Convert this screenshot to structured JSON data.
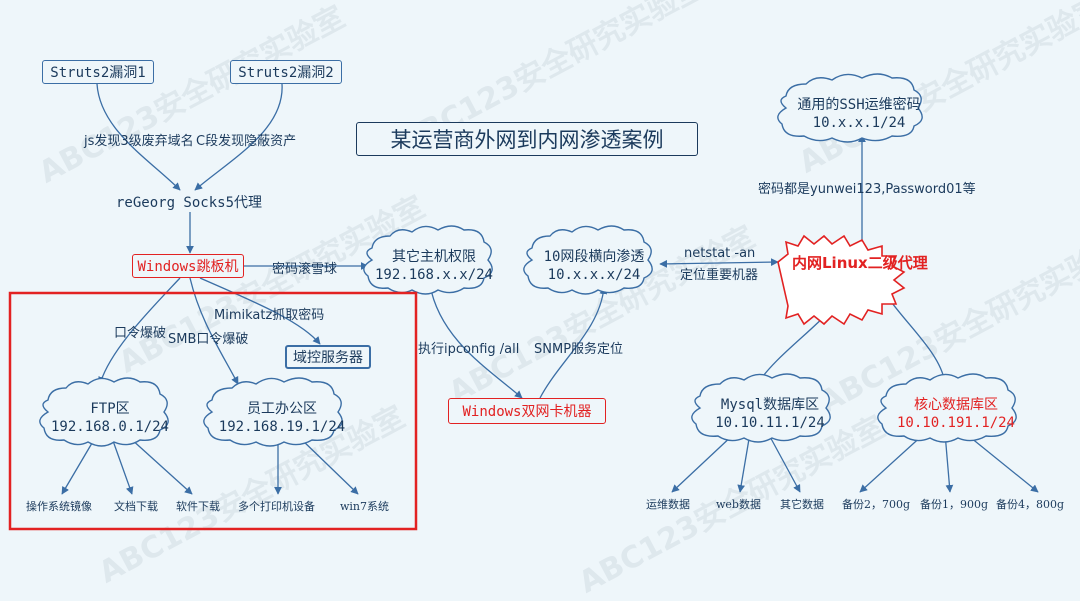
{
  "title": "某运营商外网到内网渗透案例",
  "watermark": "ABC123安全研究实验室",
  "nodes": {
    "struts1": "Struts2漏洞1",
    "struts2": "Struts2漏洞2",
    "regeorg": "reGeorg Socks5代理",
    "windows_jump": "Windows跳板机",
    "other_host_1": "其它主机权限",
    "other_host_2": "192.168.x.x/24",
    "lateral_1": "10网段横向渗透",
    "lateral_2": "10.x.x.x/24",
    "linux_proxy": "内网Linux二级代理",
    "ssh_pwd_1": "通用的SSH运维密码",
    "ssh_pwd_2": "10.x.x.1/24",
    "dc": "域控服务器",
    "dual_nic": "Windows双网卡机器",
    "ftp_1": "FTP区",
    "ftp_2": "192.168.0.1/24",
    "office_1": "员工办公区",
    "office_2": "192.168.19.1/24",
    "mysql_1": "Mysql数据库区",
    "mysql_2": "10.10.11.1/24",
    "core_1": "核心数据库区",
    "core_2": "10.10.191.1/24"
  },
  "edges": {
    "js_domain": "js发现3级废弃域名",
    "c_segment": "C段发现隐蔽资产",
    "pwd_snowball": "密码滚雪球",
    "netstat_1": "netstat -an",
    "netstat_2": "定位重要机器",
    "pwd_same": "密码都是yunwei123,Password01等",
    "mimikatz": "Mimikatz抓取密码",
    "brute": "口令爆破",
    "smb_brute": "SMB口令爆破",
    "ipconfig": "执行ipconfig /all",
    "snmp": "SNMP服务定位"
  },
  "leaves": {
    "os_image": "操作系统镜像",
    "docs": "文档下载",
    "software": "软件下载",
    "printers": "多个打印机设备",
    "win7": "win7系统",
    "ops_data": "运维数据",
    "web_data": "web数据",
    "other_data": "其它数据",
    "backup2": "备份2，700g",
    "backup1": "备份1，900g",
    "backup4": "备份4，800g"
  },
  "colors": {
    "line": "#3b6ea5",
    "highlight": "#e22222",
    "text": "#1b3a5c"
  }
}
